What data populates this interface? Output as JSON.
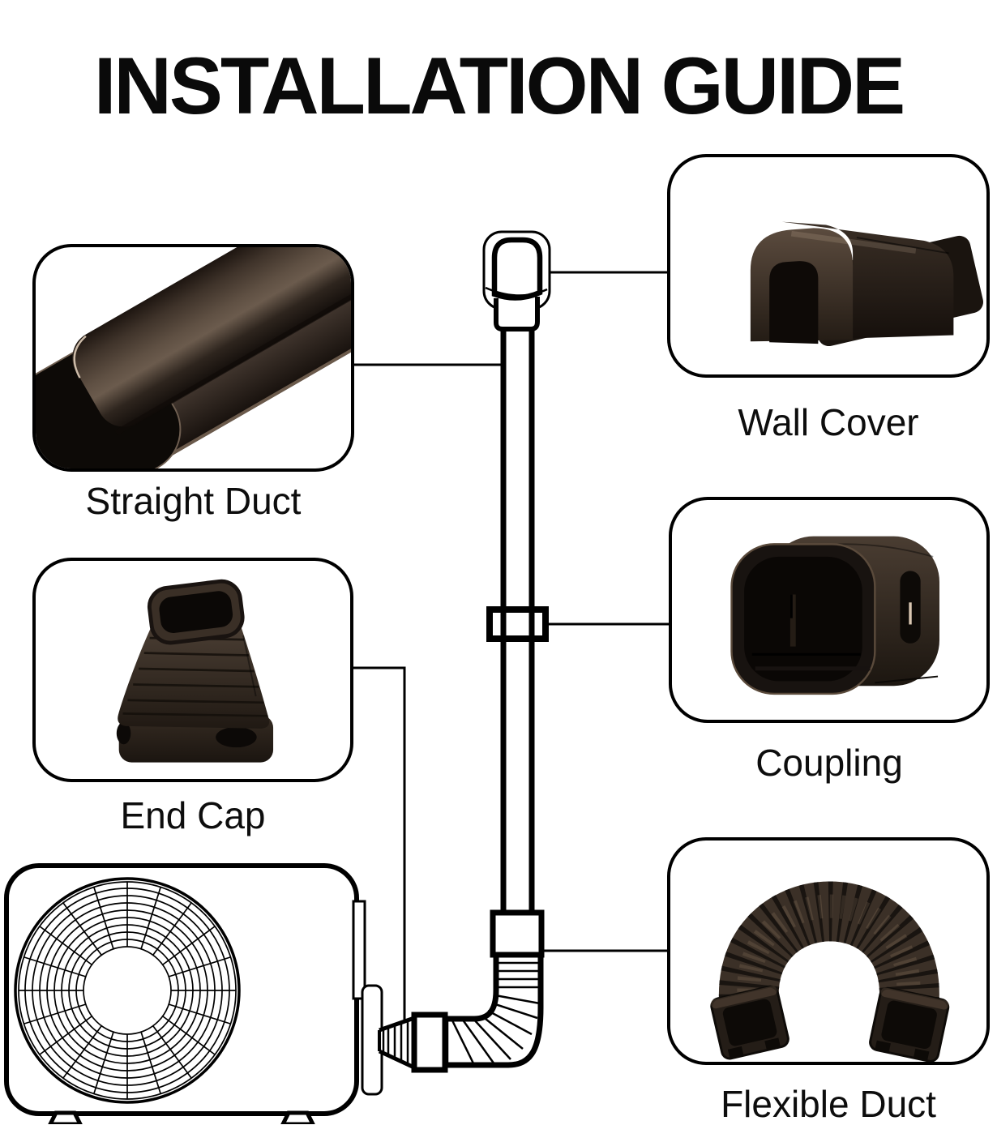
{
  "title": "INSTALLATION GUIDE",
  "parts": [
    {
      "id": "straight-duct",
      "label": "Straight Duct"
    },
    {
      "id": "end-cap",
      "label": "End Cap"
    },
    {
      "id": "wall-cover",
      "label": "Wall Cover"
    },
    {
      "id": "coupling",
      "label": "Coupling"
    },
    {
      "id": "flexible-duct",
      "label": "Flexible Duct"
    }
  ],
  "colors": {
    "line_black": "#000000",
    "background": "#ffffff",
    "part_brown": "#3b3027",
    "part_brown_dark": "#16100c",
    "part_brown_light": "#6b5b4d"
  }
}
